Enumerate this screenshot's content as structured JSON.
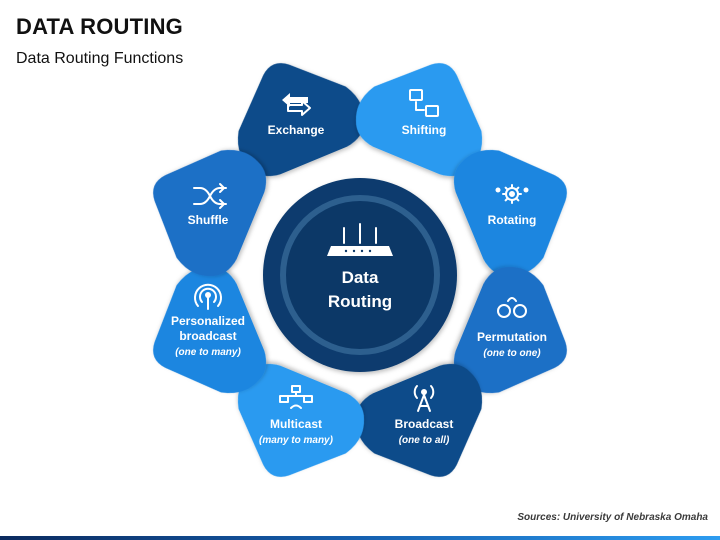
{
  "title": "DATA ROUTING",
  "subtitle": "Data Routing Functions",
  "center": {
    "line1": "Data",
    "line2": "Routing",
    "icon": "router-icon"
  },
  "petals": [
    {
      "key": "exchange",
      "label": "Exchange",
      "sub": "",
      "icon": "exchange-arrows-icon",
      "color": "#0f4c8a"
    },
    {
      "key": "shifting",
      "label": "Shifting",
      "sub": "",
      "icon": "transfer-monitors-icon",
      "color": "#2a9af0"
    },
    {
      "key": "rotating",
      "label": "Rotating",
      "sub": "",
      "icon": "gear-users-icon",
      "color": "#1e86e0"
    },
    {
      "key": "permutation",
      "label": "Permutation",
      "sub": "(one to one)",
      "icon": "permutation-icon",
      "color": "#1d6fc6"
    },
    {
      "key": "broadcast",
      "label": "Broadcast",
      "sub": "(one to all)",
      "icon": "broadcast-tower-icon",
      "color": "#0f4c8a"
    },
    {
      "key": "multicast",
      "label": "Multicast",
      "sub": "(many to many)",
      "icon": "network-icon",
      "color": "#2a9af0"
    },
    {
      "key": "personalized",
      "label": "Personalized",
      "label2": "broadcast",
      "sub": "(one to many)",
      "icon": "signal-icon",
      "color": "#1e86e0"
    },
    {
      "key": "shuffle",
      "label": "Shuffle",
      "sub": "",
      "icon": "shuffle-icon",
      "color": "#1d6fc6"
    }
  ],
  "source": "Sources: University of Nebraska Omaha",
  "colors": {
    "center_outer": "#0b3b6e",
    "center_ring": "#2a5c8a",
    "center_inner": "#0d3a6a"
  }
}
